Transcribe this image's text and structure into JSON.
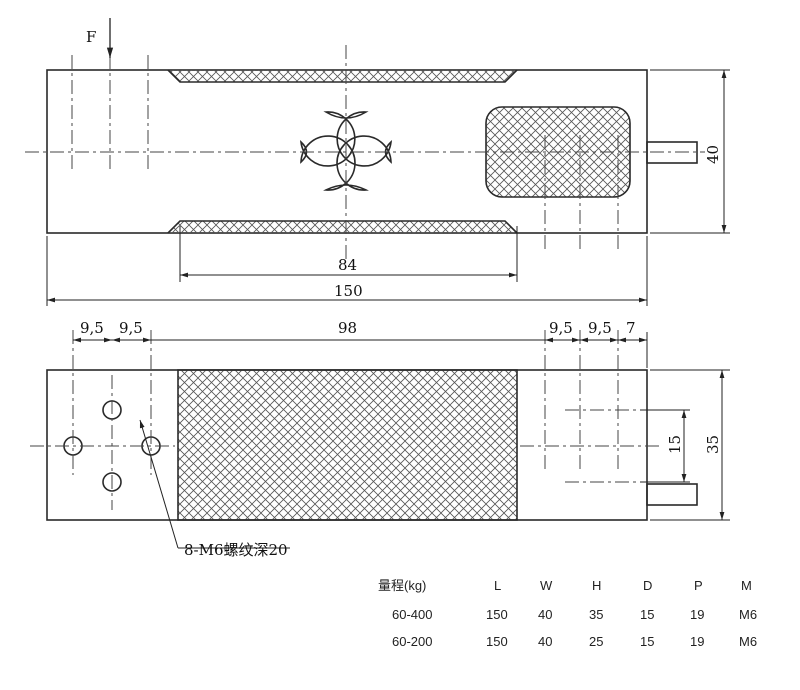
{
  "force_label": "F",
  "top_view": {
    "dim_84": "84",
    "dim_150": "150",
    "dim_40": "40"
  },
  "front_view": {
    "dim_9_5_a": "9,5",
    "dim_9_5_b": "9,5",
    "dim_98": "98",
    "dim_9_5_c": "9,5",
    "dim_9_5_d": "9,5",
    "dim_7": "7",
    "dim_15": "15",
    "dim_35": "35",
    "thread_note": "8-M6螺纹深20"
  },
  "spec_table": {
    "headers": [
      "量程(kg)",
      "L",
      "W",
      "H",
      "D",
      "P",
      "M"
    ],
    "rows": [
      [
        "60-400",
        "150",
        "40",
        "35",
        "15",
        "19",
        "M6"
      ],
      [
        "60-200",
        "150",
        "40",
        "25",
        "15",
        "19",
        "M6"
      ]
    ]
  },
  "colors": {
    "line": "#2a2a2a",
    "hatch": "#555555",
    "fill": "#ffffff"
  }
}
